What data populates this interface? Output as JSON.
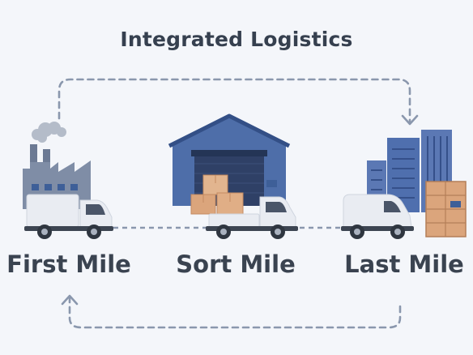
{
  "diagram": {
    "title": "Integrated Logistics",
    "stages": [
      {
        "label": "First Mile",
        "icon": "factory-icon"
      },
      {
        "label": "Sort Mile",
        "icon": "warehouse-icon"
      },
      {
        "label": "Last Mile",
        "icon": "city-buildings-icon"
      }
    ],
    "colors": {
      "background": "#f4f6fa",
      "text": "#3a4350",
      "factory": "#7f8da6",
      "warehouse": "#4e6ea9",
      "buildings": "#5b78b4",
      "box": "#dba57c",
      "dashed_path": "#8a97ad"
    }
  }
}
